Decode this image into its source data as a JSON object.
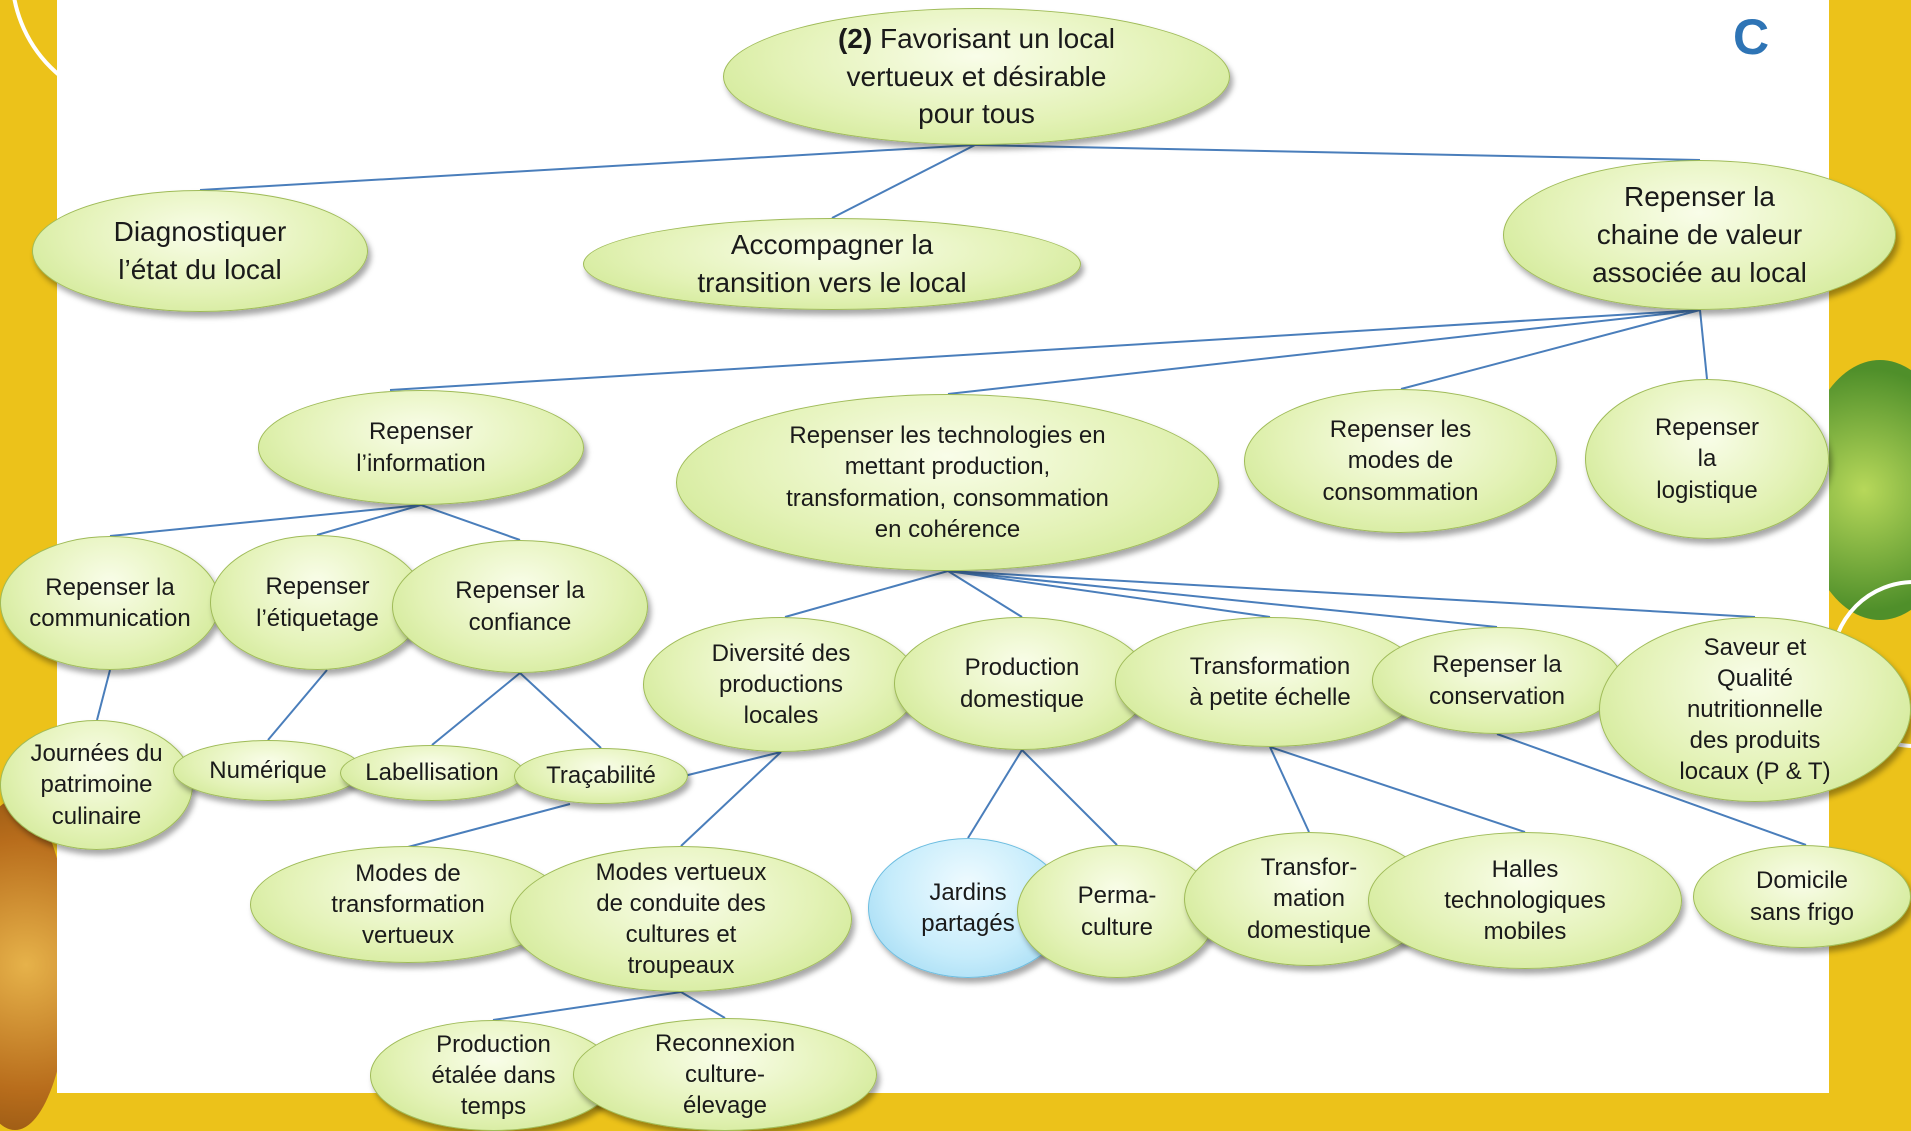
{
  "corner_letter": "C",
  "root": {
    "prefix": "(2)",
    "label": " Favorisant un local\nvertueux et désirable\npour tous"
  },
  "nodes": {
    "diagnostiquer": "Diagnostiquer\nl’état du local",
    "accompagner": "Accompagner la\ntransition vers le local",
    "chaine": "Repenser la\nchaine de valeur\nassociée au local",
    "information": "Repenser\nl’information",
    "technologies": "Repenser les technologies en\nmettant production,\ntransformation, consommation\nen cohérence",
    "modes_consommation": "Repenser les\nmodes de\nconsommation",
    "logistique": "Repenser\nla\nlogistique",
    "communication": "Repenser la\ncommunication",
    "etiquetage": "Repenser\nl’étiquetage",
    "confiance": "Repenser la\nconfiance",
    "diversite": "Diversité des\nproductions\nlocales",
    "production_domestique": "Production\ndomestique",
    "transformation_petite": "Transformation\nà petite échelle",
    "conservation": "Repenser la\nconservation",
    "saveur": "Saveur et\nQualité\nnutritionnelle\ndes produits\nlocaux (P & T)",
    "journees": "Journées du\npatrimoine\nculinaire",
    "numerique": "Numérique",
    "labellisation": "Labellisation",
    "tracabilite": "Traçabilité",
    "modes_transformation": "Modes de\ntransformation\nvertueux",
    "modes_conduite": "Modes vertueux\nde conduite des\ncultures et\ntroupeaux",
    "jardins": "Jardins\npartagés",
    "permaculture": "Perma-\nculture",
    "transfor_domestique": "Transfor-\nmation\ndomestique",
    "halles": "Halles\ntechnologiques\nmobiles",
    "domicile": "Domicile\nsans frigo",
    "production_etalee": "Production\nétalée dans\ntemps",
    "reconnexion": "Reconnexion\nculture-\nélevage"
  },
  "colors": {
    "connector": "#4a7ebb",
    "node_green": "#d7edaa",
    "node_blue": "#bfe8f8",
    "accent": "#2e74b5",
    "frame": "#ecc21a"
  }
}
